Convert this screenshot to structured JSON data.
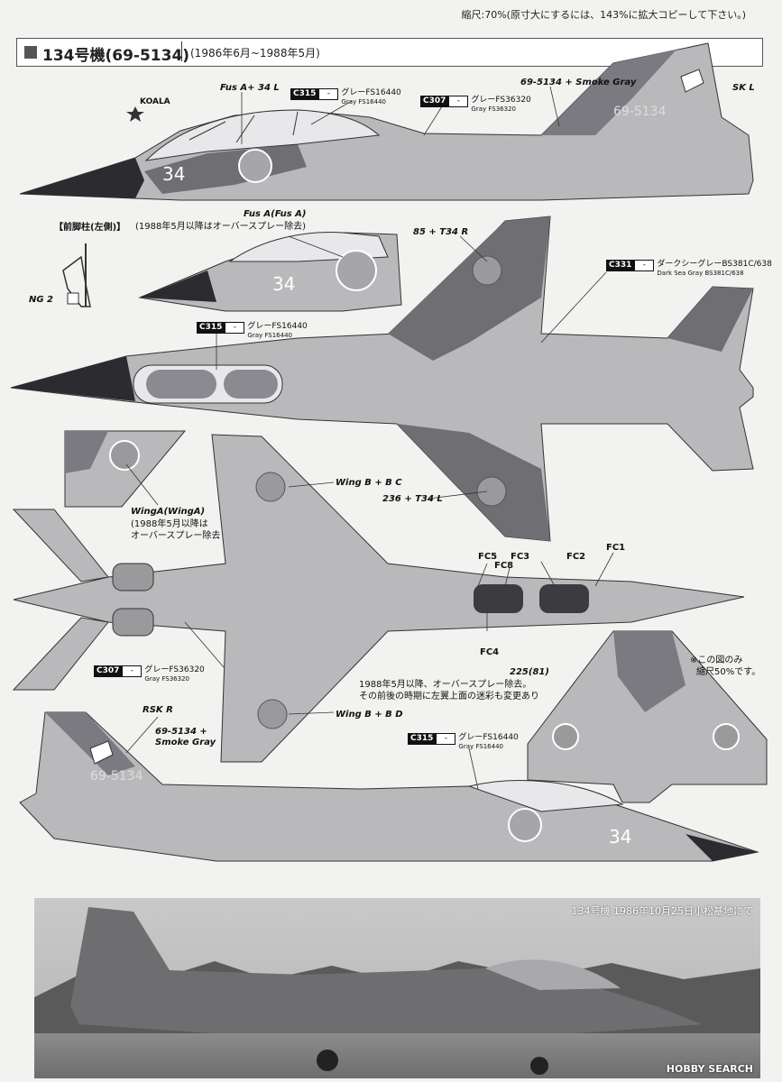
{
  "header": {
    "scale_note": "縮尺:70%(原寸大にするには、143%に拡大コピーして下さい。)",
    "aircraft_id": "134号機(69-5134)",
    "period": "(1986年6月~1988年5月)"
  },
  "callouts": {
    "koala": "KOALA",
    "fus_a_34l": "Fus A+ 34 L",
    "serial_smoke": "69-5134 + Smoke Gray",
    "sk_l": "SK L",
    "front_gear_title": "【前脚柱(左側)】",
    "ng2": "NG 2",
    "fus_a_paren": "Fus A(Fus A)",
    "fus_a_note": "(1988年5月以降はオーバースプレー除去)",
    "t34r": "85 + T34 R",
    "wing_a": "WingA(WingA)",
    "wing_a_note_1": "(1988年5月以降は",
    "wing_a_note_2": "オーバースプレー除去",
    "wing_bc": "Wing B + B C",
    "t34l": "236 + T34 L",
    "fc5": "FC5",
    "fc3": "FC3",
    "fc8": "FC8",
    "fc2": "FC2",
    "fc1": "FC1",
    "fc4": "FC4",
    "note_225": "225(81)",
    "camo_note_1": "1988年5月以降、オーバースプレー除去。",
    "camo_note_2": "その前後の時期に左翼上面の迷彩も変更あり",
    "half_scale_1": "※この図のみ",
    "half_scale_2": "縮尺50%です。",
    "wing_bd": "Wing B + B D",
    "rsk_r": "RSK R",
    "serial_smoke_2a": "69-5134 +",
    "serial_smoke_2b": "Smoke Gray",
    "tail_serial": "69-5134",
    "nose_number": "34"
  },
  "color_tags": {
    "c315_top": {
      "code": "C315",
      "jp": "グレーFS16440",
      "en": "Gray FS16440"
    },
    "c307_top": {
      "code": "C307",
      "jp": "グレーFS36320",
      "en": "Gray FS36320"
    },
    "c331": {
      "code": "C331",
      "jp": "ダークシーグレーBS381C/638",
      "en": "Dark Sea Gray BS381C/638"
    },
    "c315_mid": {
      "code": "C315",
      "jp": "グレーFS16440",
      "en": "Gray FS16440"
    },
    "c307_bottom": {
      "code": "C307",
      "jp": "グレーFS36320",
      "en": "Gray FS36320"
    },
    "c315_bottom": {
      "code": "C315",
      "jp": "グレーFS16440",
      "en": "Gray FS16440"
    },
    "dash": "-"
  },
  "photo": {
    "caption": "134号機 1986年10月25日小松基地にて",
    "watermark": "HOBBY SEARCH"
  },
  "colors": {
    "light_gray": "#b9b9bb",
    "mid_gray": "#9a9a9d",
    "dark_gray": "#5b5b60",
    "radome": "#2c2c30"
  }
}
